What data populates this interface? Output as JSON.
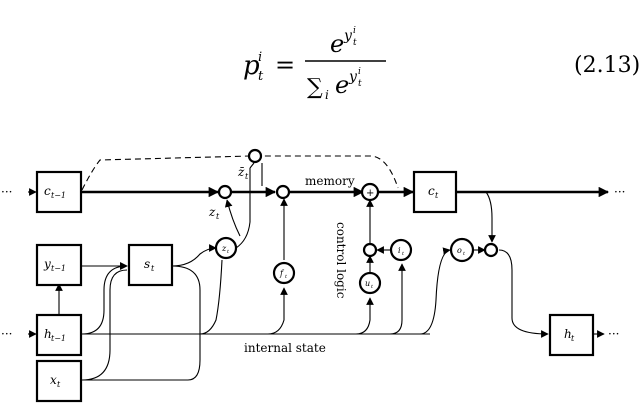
{
  "equation": {
    "lhs": "p",
    "lhs_sup": "i",
    "lhs_sub": "t",
    "equals": "=",
    "num_base": "e",
    "num_exp": "y",
    "num_exp_sup": "i",
    "num_exp_sub": "t",
    "den_sum": "∑",
    "den_sum_sub": "i",
    "den_base": "e",
    "den_exp": "y",
    "den_exp_sup": "i",
    "den_exp_sub": "t",
    "number": "(2.13)"
  },
  "diagram": {
    "nodes": {
      "c_prev": {
        "main": "c",
        "sub": "t−1"
      },
      "y_prev": {
        "main": "y",
        "sub": "t−1"
      },
      "s_t": {
        "main": "s",
        "sub": "t"
      },
      "h_prev": {
        "main": "h",
        "sub": "t−1"
      },
      "x_t": {
        "main": "x",
        "sub": "t"
      },
      "c_t": {
        "main": "c",
        "sub": "t"
      },
      "h_t": {
        "main": "h",
        "sub": "t"
      }
    },
    "gates": {
      "z_gate": {
        "main": "z",
        "sub": "t"
      },
      "f_gate": {
        "main": "f",
        "sub": "t"
      },
      "u_gate": {
        "main": "u",
        "sub": "t"
      },
      "i_gate": {
        "main": "i",
        "sub": "t"
      },
      "o_gate": {
        "main": "o",
        "sub": "t"
      }
    },
    "labels": {
      "memory": "memory",
      "control_logic": "control logic",
      "internal_state": "internal state",
      "z_bar": {
        "main": "z̄",
        "sub": "t"
      },
      "z_t": {
        "main": "z",
        "sub": "t"
      },
      "plus": "+",
      "ellipsis": "···"
    }
  }
}
